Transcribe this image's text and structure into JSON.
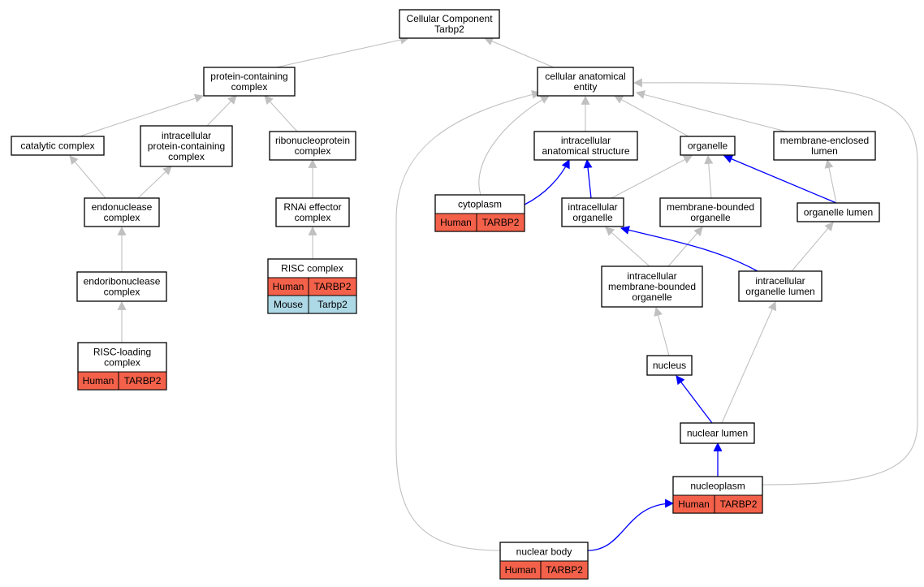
{
  "colors": {
    "human": "#f4614a",
    "mouse": "#add8e6",
    "edge_gray": "#c0c0c0",
    "edge_blue": "#0000ff"
  },
  "nodes": {
    "root": {
      "lines": [
        "Cellular Component",
        "Tarbp2"
      ]
    },
    "pcc": {
      "lines": [
        "protein-containing",
        "complex"
      ]
    },
    "cae": {
      "lines": [
        "cellular anatomical",
        "entity"
      ]
    },
    "catalytic": {
      "lines": [
        "catalytic complex"
      ]
    },
    "ipcc": {
      "lines": [
        "intracellular",
        "protein-containing",
        "complex"
      ]
    },
    "rnp": {
      "lines": [
        "ribonucleoprotein",
        "complex"
      ]
    },
    "ias": {
      "lines": [
        "intracellular",
        "anatomical structure"
      ]
    },
    "organelle": {
      "lines": [
        "organelle"
      ]
    },
    "mel": {
      "lines": [
        "membrane-enclosed",
        "lumen"
      ]
    },
    "endonuc": {
      "lines": [
        "endonuclease",
        "complex"
      ]
    },
    "rnai": {
      "lines": [
        "RNAi effector",
        "complex"
      ]
    },
    "cytoplasm": {
      "lines": [
        "cytoplasm"
      ],
      "rows": [
        {
          "species": "Human",
          "gene": "TARBP2"
        }
      ]
    },
    "iorg": {
      "lines": [
        "intracellular",
        "organelle"
      ]
    },
    "mbo": {
      "lines": [
        "membrane-bounded",
        "organelle"
      ]
    },
    "olumen": {
      "lines": [
        "organelle lumen"
      ]
    },
    "risc": {
      "lines": [
        "RISC complex"
      ],
      "rows": [
        {
          "species": "Human",
          "gene": "TARBP2"
        },
        {
          "species": "Mouse",
          "gene": "Tarbp2"
        }
      ]
    },
    "imbo": {
      "lines": [
        "intracellular",
        "membrane-bounded",
        "organelle"
      ]
    },
    "iol": {
      "lines": [
        "intracellular",
        "organelle lumen"
      ]
    },
    "endoribo": {
      "lines": [
        "endoribonuclease",
        "complex"
      ]
    },
    "nucleus": {
      "lines": [
        "nucleus"
      ]
    },
    "risclc": {
      "lines": [
        "RISC-loading",
        "complex"
      ],
      "rows": [
        {
          "species": "Human",
          "gene": "TARBP2"
        }
      ]
    },
    "nlumen": {
      "lines": [
        "nuclear lumen"
      ]
    },
    "nucleoplasm": {
      "lines": [
        "nucleoplasm"
      ],
      "rows": [
        {
          "species": "Human",
          "gene": "TARBP2"
        }
      ]
    },
    "nbody": {
      "lines": [
        "nuclear body"
      ],
      "rows": [
        {
          "species": "Human",
          "gene": "TARBP2"
        }
      ]
    }
  },
  "edges": [
    {
      "from": "pcc",
      "to": "root",
      "color": "gray"
    },
    {
      "from": "cae",
      "to": "root",
      "color": "gray"
    },
    {
      "from": "catalytic",
      "to": "pcc",
      "color": "gray"
    },
    {
      "from": "ipcc",
      "to": "pcc",
      "color": "gray"
    },
    {
      "from": "rnp",
      "to": "pcc",
      "color": "gray"
    },
    {
      "from": "ias",
      "to": "cae",
      "color": "gray"
    },
    {
      "from": "organelle",
      "to": "cae",
      "color": "gray"
    },
    {
      "from": "mel",
      "to": "cae",
      "color": "gray"
    },
    {
      "from": "cytoplasm",
      "to": "cae",
      "color": "gray"
    },
    {
      "from": "nbody",
      "to": "cae",
      "color": "gray"
    },
    {
      "from": "nucleoplasm",
      "to": "cae",
      "color": "gray"
    },
    {
      "from": "endonuc",
      "to": "catalytic",
      "color": "gray"
    },
    {
      "from": "endonuc",
      "to": "ipcc",
      "color": "gray"
    },
    {
      "from": "rnai",
      "to": "rnp",
      "color": "gray"
    },
    {
      "from": "cytoplasm",
      "to": "ias",
      "color": "blue"
    },
    {
      "from": "iorg",
      "to": "ias",
      "color": "blue"
    },
    {
      "from": "iorg",
      "to": "organelle",
      "color": "gray"
    },
    {
      "from": "mbo",
      "to": "organelle",
      "color": "gray"
    },
    {
      "from": "olumen",
      "to": "organelle",
      "color": "blue"
    },
    {
      "from": "olumen",
      "to": "mel",
      "color": "gray"
    },
    {
      "from": "endoribo",
      "to": "endonuc",
      "color": "gray"
    },
    {
      "from": "risc",
      "to": "rnai",
      "color": "gray"
    },
    {
      "from": "imbo",
      "to": "iorg",
      "color": "gray"
    },
    {
      "from": "imbo",
      "to": "mbo",
      "color": "gray"
    },
    {
      "from": "iol",
      "to": "iorg",
      "color": "blue"
    },
    {
      "from": "iol",
      "to": "olumen",
      "color": "gray"
    },
    {
      "from": "risclc",
      "to": "endoribo",
      "color": "gray"
    },
    {
      "from": "nucleus",
      "to": "imbo",
      "color": "gray"
    },
    {
      "from": "nlumen",
      "to": "nucleus",
      "color": "blue"
    },
    {
      "from": "nlumen",
      "to": "iol",
      "color": "gray"
    },
    {
      "from": "nucleoplasm",
      "to": "nlumen",
      "color": "blue"
    },
    {
      "from": "nbody",
      "to": "nucleoplasm",
      "color": "blue"
    }
  ]
}
